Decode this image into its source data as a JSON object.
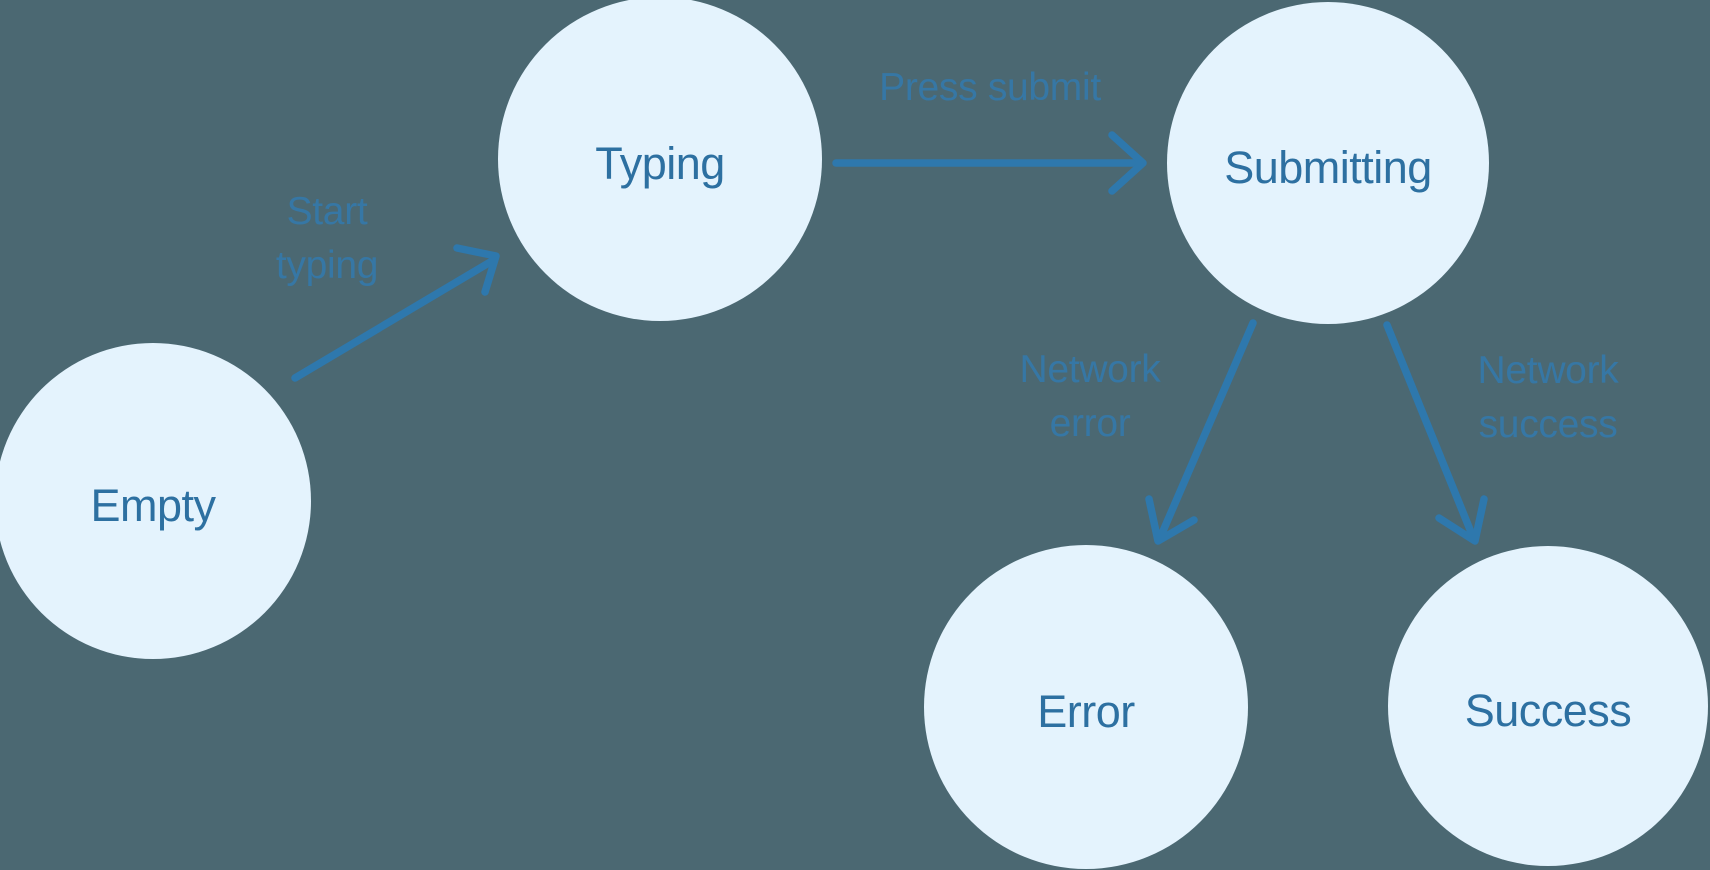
{
  "colors": {
    "background": "#4b6872",
    "node_fill": "#e4f3fd",
    "node_text": "#2d70a1",
    "arrow": "#2e78ad",
    "edge_label": "#3578a8"
  },
  "diagram": {
    "type": "state-machine",
    "nodes": [
      {
        "id": "empty",
        "label": "Empty"
      },
      {
        "id": "typing",
        "label": "Typing"
      },
      {
        "id": "submitting",
        "label": "Submitting"
      },
      {
        "id": "error",
        "label": "Error"
      },
      {
        "id": "success",
        "label": "Success"
      }
    ],
    "edges": [
      {
        "from": "empty",
        "to": "typing",
        "label": "Start typing",
        "label_lines": [
          "Start",
          "typing"
        ]
      },
      {
        "from": "typing",
        "to": "submitting",
        "label": "Press submit",
        "label_lines": [
          "Press submit",
          ""
        ]
      },
      {
        "from": "submitting",
        "to": "error",
        "label": "Network error",
        "label_lines": [
          "Network",
          "error"
        ]
      },
      {
        "from": "submitting",
        "to": "success",
        "label": "Network success",
        "label_lines": [
          "Network",
          "success"
        ]
      }
    ]
  }
}
